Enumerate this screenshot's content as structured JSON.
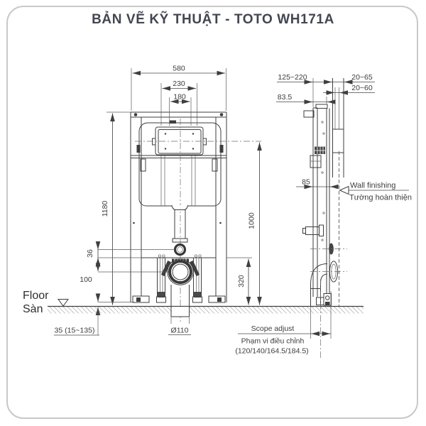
{
  "title": "BẢN VẼ KỸ THUẬT - TOTO WH171A",
  "dims": {
    "frame_width": "580",
    "tank_width": "230",
    "plate_width": "180",
    "frame_height": "1180",
    "flush_center_height": "1000",
    "bracket_height": "320",
    "inlet_spacing": "36",
    "outlet_spacing": "100",
    "floor_adjust": "35 (15~135)",
    "drain_diameter": "Ø110",
    "wall_depth_range": "125~220",
    "wall_range_1": "20~65",
    "wall_range_2": "20~60",
    "front_offset": "83.5",
    "rail_depth": "85"
  },
  "labels": {
    "floor_en": "Floor",
    "floor_vi": "Sàn",
    "wall_finishing_en": "Wall finishing",
    "wall_finishing_vi": "Tường hoàn thiện",
    "scope_adjust_en": "Scope adjust",
    "scope_adjust_vi": "Phạm vi điều chỉnh",
    "scope_adjust_range": "(120/140/164.5/184.5)"
  }
}
